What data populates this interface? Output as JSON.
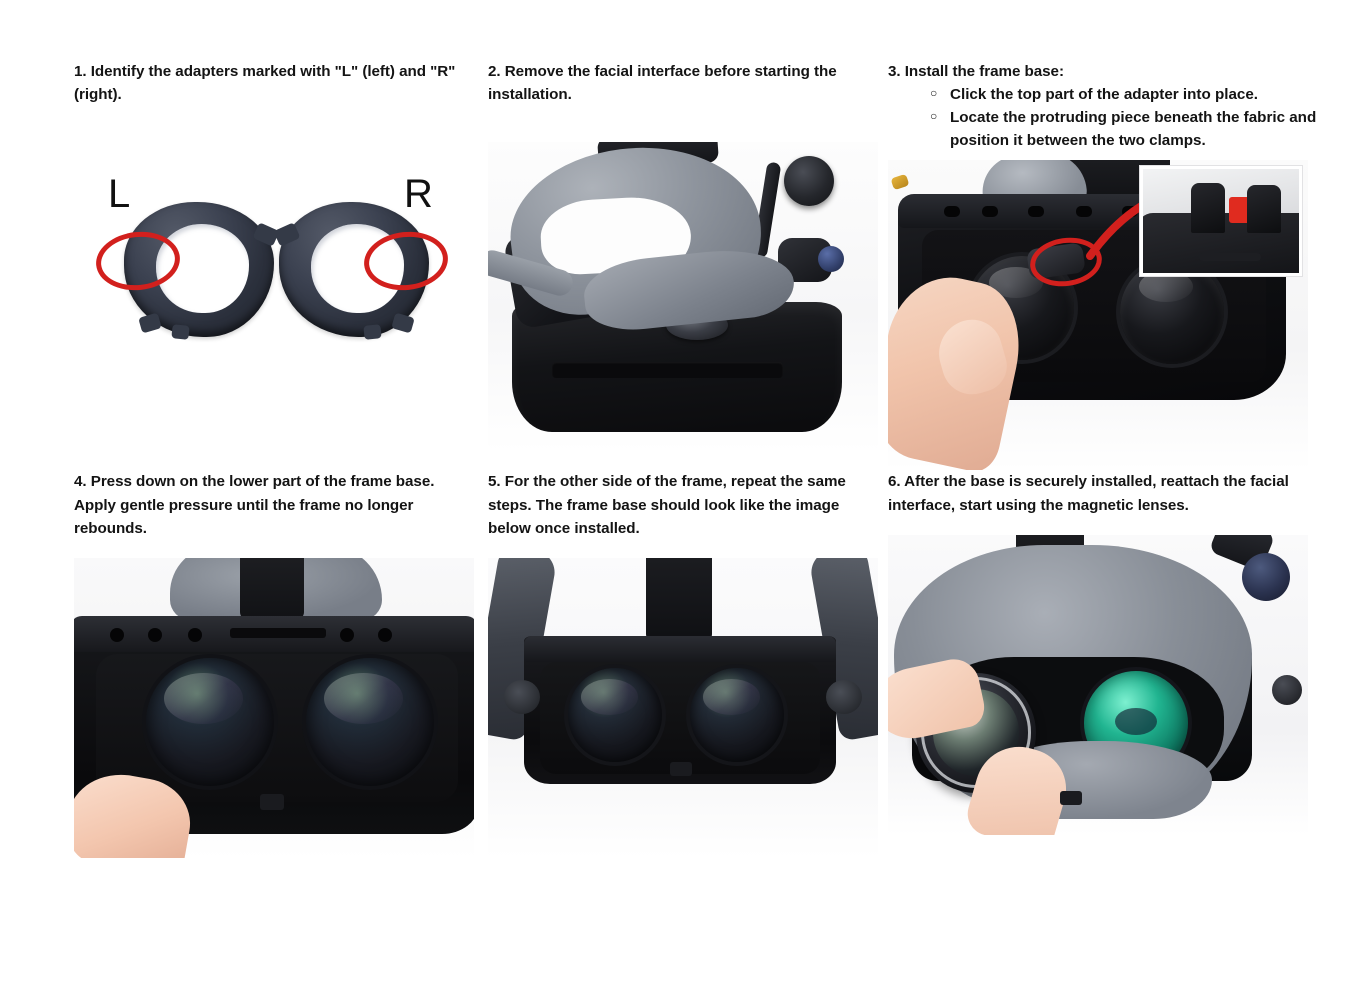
{
  "document": {
    "title": "VR Magnetic Lens Frame Base Installation Guide",
    "background_color": "#ffffff",
    "accent_color": "#d2201d"
  },
  "steps": [
    {
      "number": "1.",
      "text": "1.  Identify the adapters marked with \"L\" (left) and \"R\" (right).",
      "bullets": [],
      "figure": {
        "type": "illustration",
        "name": "lr-adapters-illustration",
        "labels": {
          "left": "L",
          "right": "R"
        },
        "annotations": [
          "red-circle-left",
          "red-circle-right"
        ]
      }
    },
    {
      "number": "2.",
      "text": "2. Remove the facial interface before starting the installation.",
      "bullets": [],
      "figure": {
        "type": "photo",
        "name": "facial-interface-removal-photo"
      }
    },
    {
      "number": "3.",
      "text": "3. Install the frame base:",
      "bullets": [
        "Click the top part of the adapter into place.",
        "Locate the protruding piece beneath the fabric and position it between the two clamps."
      ],
      "figure": {
        "type": "photo",
        "name": "frame-base-install-photo",
        "annotations": [
          "red-circle",
          "red-arrow",
          "inset-detail"
        ]
      }
    },
    {
      "number": "4.",
      "text": "4. Press down on the lower part of the frame base. Apply gentle pressure until the frame no longer rebounds.",
      "bullets": [],
      "figure": {
        "type": "photo",
        "name": "press-down-frame-base-photo"
      }
    },
    {
      "number": "5.",
      "text": "5. For the other side of the frame, repeat the same steps. The frame base should look like the image below once installed.",
      "bullets": [],
      "figure": {
        "type": "photo",
        "name": "installed-frame-base-photo"
      }
    },
    {
      "number": "6.",
      "text": "6. After the base is securely installed, reattach the facial interface, start using the magnetic lenses.",
      "bullets": [],
      "figure": {
        "type": "photo",
        "name": "magnetic-lens-attach-photo"
      }
    }
  ]
}
